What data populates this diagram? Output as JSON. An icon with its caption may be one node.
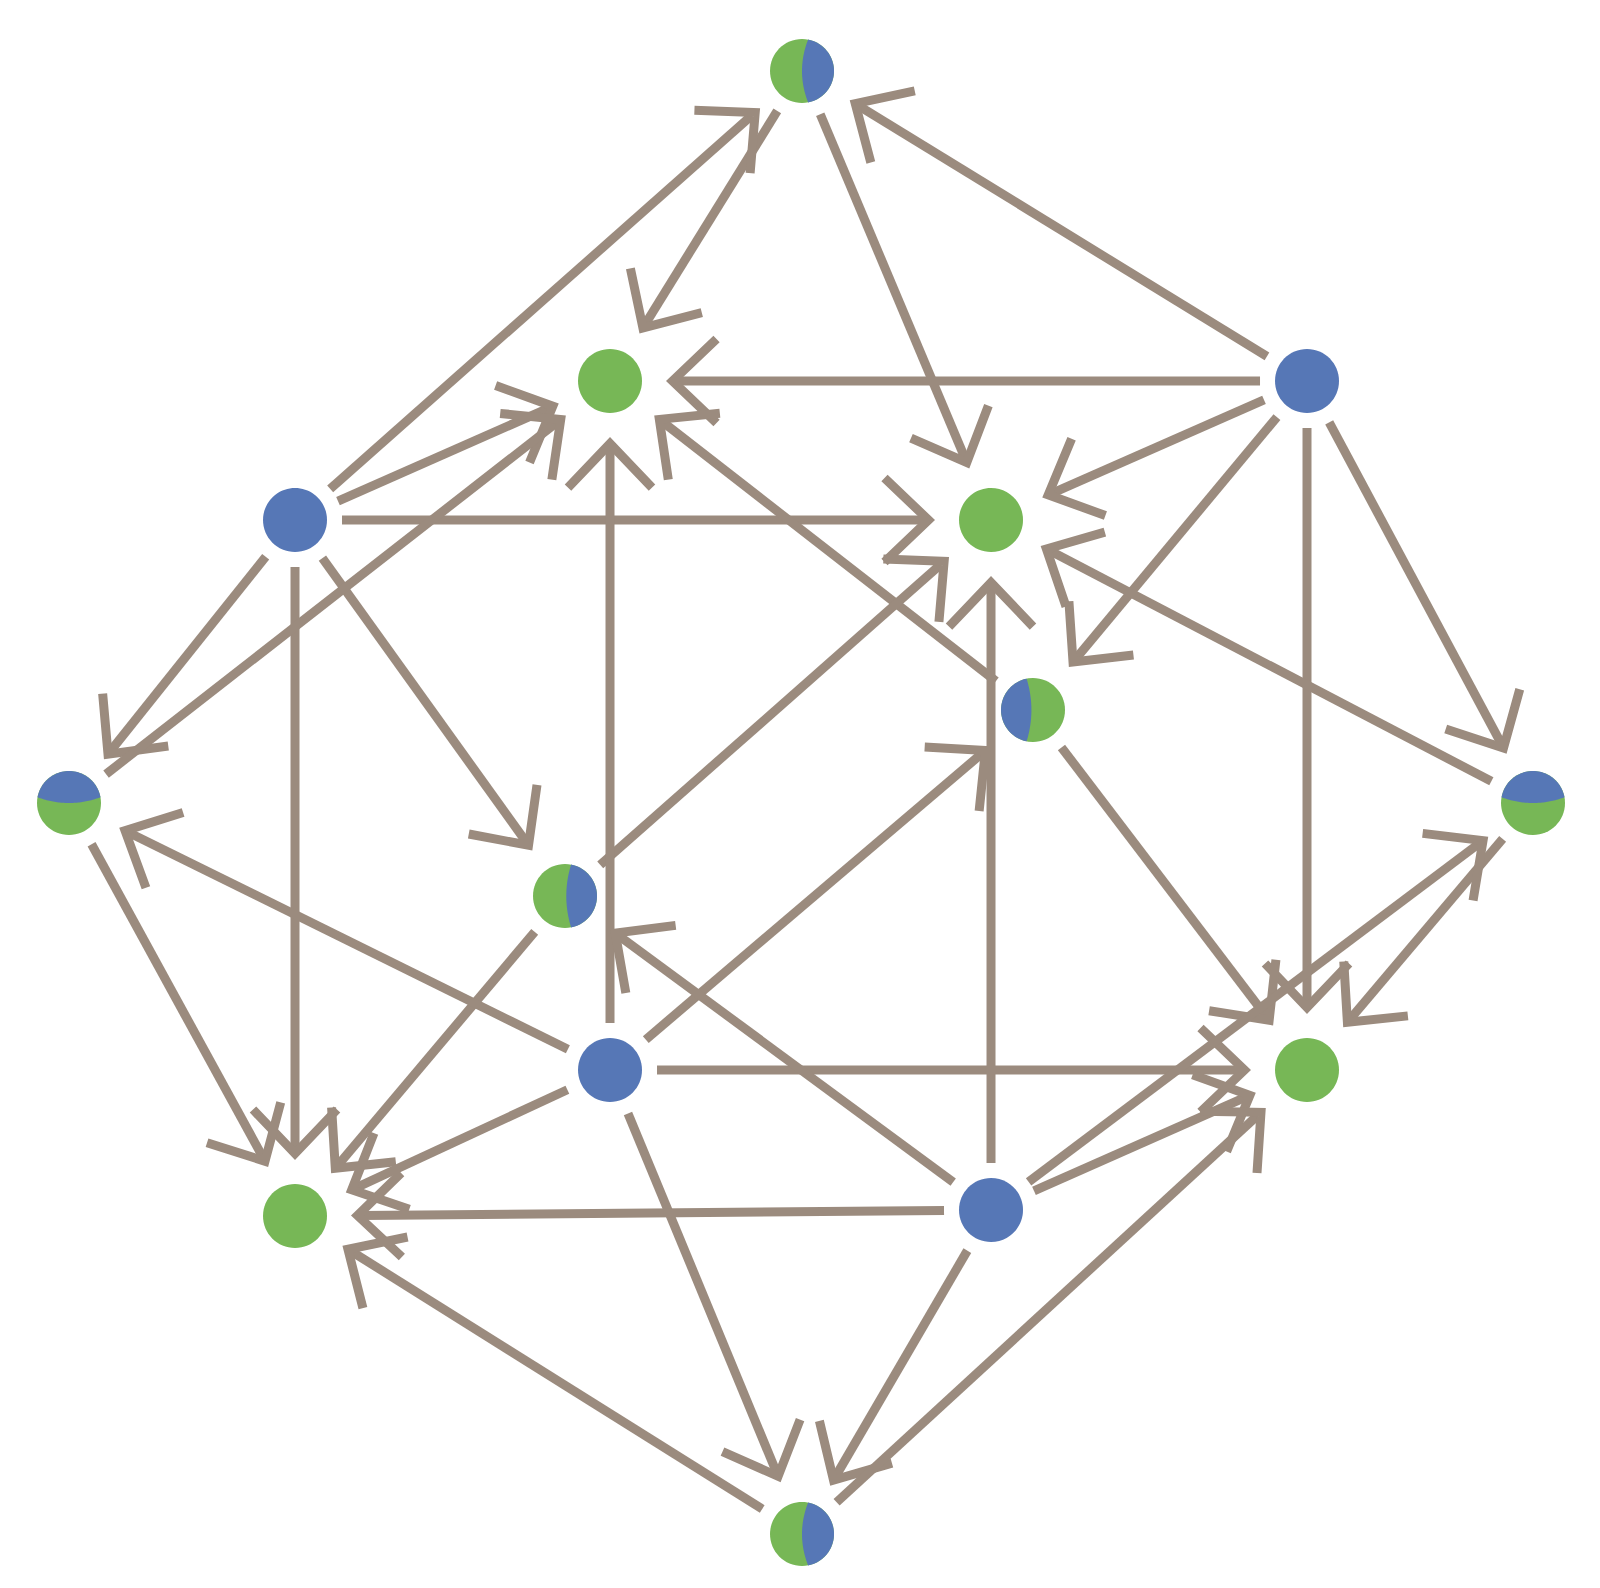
{
  "diagram": {
    "nodes": [
      {
        "text": [],
        "shape": "circle"
      },
      {
        "text": [],
        "shape": "circle"
      },
      {
        "text": [],
        "shape": "circle"
      },
      {
        "text": [],
        "shape": "circle"
      },
      {
        "text": [],
        "shape": "circle"
      },
      {
        "text": [],
        "shape": "circle"
      },
      {
        "text": [],
        "shape": "circle"
      },
      {
        "text": [],
        "shape": "circle"
      },
      {
        "text": [],
        "shape": "circle"
      },
      {
        "text": [],
        "shape": "circle"
      },
      {
        "text": [],
        "shape": "circle"
      },
      {
        "text": [],
        "shape": "circle"
      },
      {
        "text": [],
        "shape": "circle"
      },
      {
        "text": [],
        "shape": "circle"
      }
    ],
    "edges": [
      {
        "from": 0,
        "to": 1,
        "arrow": "to"
      },
      {
        "from": 0,
        "to": 4,
        "arrow": "to"
      },
      {
        "from": 2,
        "to": 0,
        "arrow": "to"
      },
      {
        "from": 2,
        "to": 1,
        "arrow": "to"
      },
      {
        "from": 2,
        "to": 4,
        "arrow": "to"
      },
      {
        "from": 2,
        "to": 5,
        "arrow": "to"
      },
      {
        "from": 2,
        "to": 7,
        "arrow": "to"
      },
      {
        "from": 2,
        "to": 10,
        "arrow": "to"
      },
      {
        "from": 3,
        "to": 0,
        "arrow": "to"
      },
      {
        "from": 3,
        "to": 1,
        "arrow": "to"
      },
      {
        "from": 3,
        "to": 4,
        "arrow": "to"
      },
      {
        "from": 3,
        "to": 6,
        "arrow": "to"
      },
      {
        "from": 3,
        "to": 8,
        "arrow": "to"
      },
      {
        "from": 3,
        "to": 11,
        "arrow": "to"
      },
      {
        "from": 5,
        "to": 1,
        "arrow": "to"
      },
      {
        "from": 5,
        "to": 10,
        "arrow": "to"
      },
      {
        "from": 6,
        "to": 1,
        "arrow": "to"
      },
      {
        "from": 6,
        "to": 11,
        "arrow": "to"
      },
      {
        "from": 7,
        "to": 4,
        "arrow": "to"
      },
      {
        "from": 7,
        "to": 10,
        "arrow": "to"
      },
      {
        "from": 8,
        "to": 4,
        "arrow": "to"
      },
      {
        "from": 8,
        "to": 11,
        "arrow": "to"
      },
      {
        "from": 9,
        "to": 1,
        "arrow": "to"
      },
      {
        "from": 9,
        "to": 5,
        "arrow": "to"
      },
      {
        "from": 9,
        "to": 6,
        "arrow": "to"
      },
      {
        "from": 9,
        "to": 10,
        "arrow": "to"
      },
      {
        "from": 9,
        "to": 11,
        "arrow": "to"
      },
      {
        "from": 9,
        "to": 13,
        "arrow": "to"
      },
      {
        "from": 12,
        "to": 4,
        "arrow": "to"
      },
      {
        "from": 12,
        "to": 7,
        "arrow": "to"
      },
      {
        "from": 12,
        "to": 8,
        "arrow": "to"
      },
      {
        "from": 12,
        "to": 10,
        "arrow": "to"
      },
      {
        "from": 12,
        "to": 11,
        "arrow": "to"
      },
      {
        "from": 12,
        "to": 13,
        "arrow": "to"
      },
      {
        "from": 13,
        "to": 10,
        "arrow": "to"
      },
      {
        "from": 13,
        "to": 11,
        "arrow": "to"
      }
    ]
  }
}
